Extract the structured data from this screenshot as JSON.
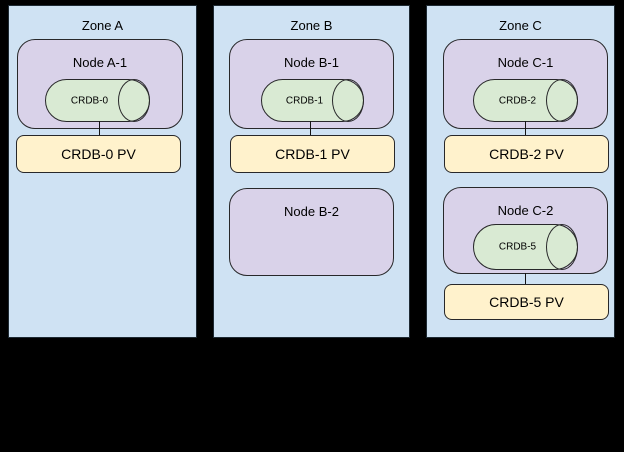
{
  "colors": {
    "background": "#000000",
    "zone_fill": "#cfe2f3",
    "node_fill": "#d9d2e9",
    "pod_fill": "#d9ead3",
    "pv_fill": "#fff2cc",
    "outline": "#1e1e1e"
  },
  "zones": [
    {
      "title": "Zone A",
      "nodes": [
        {
          "title": "Node A-1",
          "pod": "CRDB-0",
          "pv": "CRDB-0 PV"
        }
      ]
    },
    {
      "title": "Zone B",
      "nodes": [
        {
          "title": "Node B-1",
          "pod": "CRDB-1",
          "pv": "CRDB-1 PV"
        },
        {
          "title": "Node B-2"
        }
      ]
    },
    {
      "title": "Zone C",
      "nodes": [
        {
          "title": "Node C-1",
          "pod": "CRDB-2",
          "pv": "CRDB-2 PV"
        },
        {
          "title": "Node C-2",
          "pod": "CRDB-5",
          "pv": "CRDB-5 PV"
        }
      ]
    }
  ]
}
